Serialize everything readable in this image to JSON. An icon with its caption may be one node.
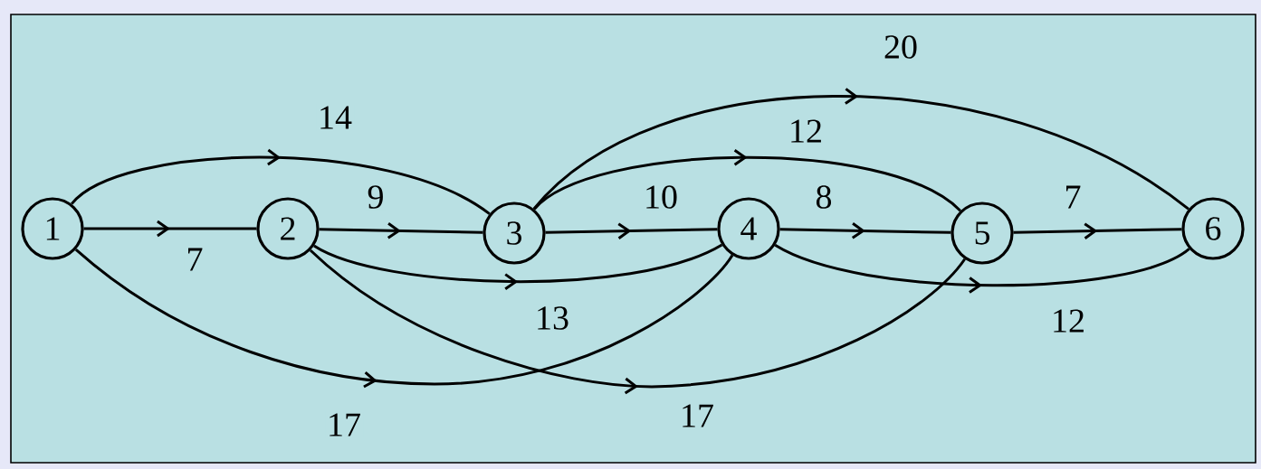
{
  "diagram": {
    "nodes": [
      {
        "text": [
          "1"
        ]
      },
      {
        "text": [
          "2"
        ]
      },
      {
        "text": [
          "3"
        ]
      },
      {
        "text": [
          "4"
        ]
      },
      {
        "text": [
          "5"
        ]
      },
      {
        "text": [
          "6"
        ]
      }
    ],
    "edges": [
      {
        "from": 0,
        "to": 1,
        "arrow": "to",
        "label": "7"
      },
      {
        "from": 0,
        "to": 2,
        "arrow": "to",
        "label": "14"
      },
      {
        "from": 0,
        "to": 3,
        "arrow": "to",
        "label": "17"
      },
      {
        "from": 1,
        "to": 2,
        "arrow": "to",
        "label": "9"
      },
      {
        "from": 1,
        "to": 3,
        "arrow": "to",
        "label": "13"
      },
      {
        "from": 1,
        "to": 4,
        "arrow": "to",
        "label": "17"
      },
      {
        "from": 2,
        "to": 3,
        "arrow": "to",
        "label": "10"
      },
      {
        "from": 2,
        "to": 4,
        "arrow": "to",
        "label": "12"
      },
      {
        "from": 2,
        "to": 5,
        "arrow": "to",
        "label": "20"
      },
      {
        "from": 3,
        "to": 4,
        "arrow": "to",
        "label": "8"
      },
      {
        "from": 3,
        "to": 5,
        "arrow": "to",
        "label": "12"
      },
      {
        "from": 4,
        "to": 5,
        "arrow": "to",
        "label": "7"
      }
    ]
  }
}
